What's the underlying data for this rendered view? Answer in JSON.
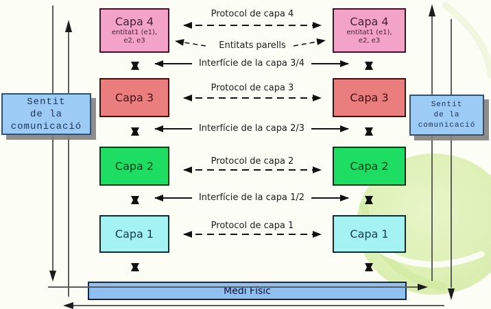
{
  "flow_labels": {
    "left": "Sentit\nde la\ncomunicació",
    "right": "Sentit\nde la\ncomunicació"
  },
  "layers": [
    {
      "name": "Capa 4",
      "entities": "entitat1 (e1),\ne2, e3",
      "fill": "#f2a3c7"
    },
    {
      "name": "Capa 3",
      "fill": "#ea7d7d"
    },
    {
      "name": "Capa 2",
      "fill": "#1edd63"
    },
    {
      "name": "Capa 1",
      "fill": "#a5f2f2"
    }
  ],
  "connections": {
    "protocol4": "Protocol de capa 4",
    "entitats": "Entitats parells",
    "interface34": "Interfície de la capa 3/4",
    "protocol3": "Protocol de capa 3",
    "interface23": "Interfície de la capa 2/3",
    "protocol2": "Protocol de capa 2",
    "interface12": "Interfície de la capa 1/2",
    "protocol1": "Protocol de capa 1"
  },
  "medium": {
    "label": "Medi Físic",
    "fill": "#90c0f0"
  },
  "colors": {
    "background": "#fcfdf4",
    "watermark_green": "#d8efad",
    "flow_box_fill": "#9ccbf6",
    "line_gray": "#5c5c5c",
    "arrow_black": "#111111"
  }
}
